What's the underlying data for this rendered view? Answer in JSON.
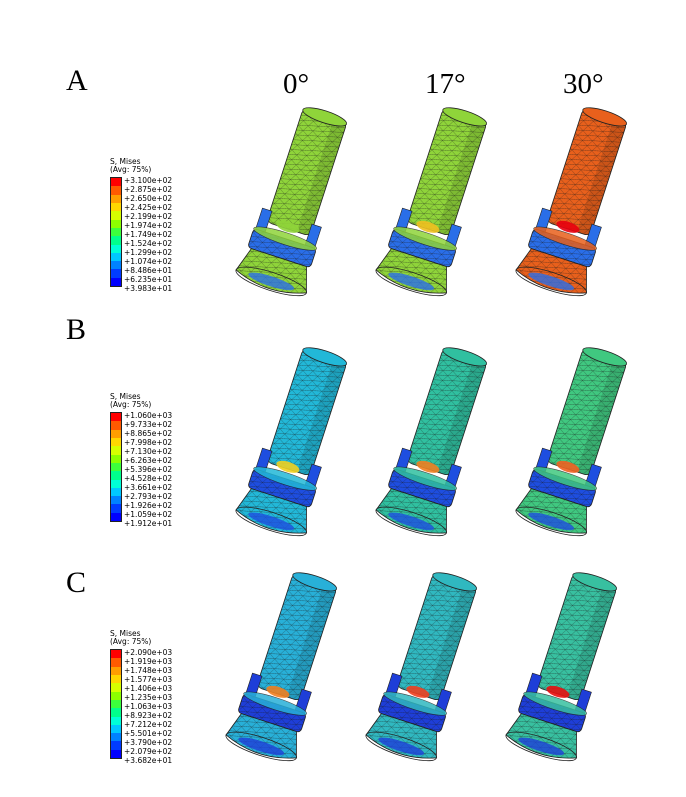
{
  "column_labels": [
    "0°",
    "17°",
    "30°"
  ],
  "rows": [
    {
      "label": "A",
      "legend": {
        "title_line1": "S, Mises",
        "title_line2": "(Avg: 75%)",
        "values": [
          "+3.100e+02",
          "+2.875e+02",
          "+2.650e+02",
          "+2.425e+02",
          "+2.199e+02",
          "+1.974e+02",
          "+1.749e+02",
          "+1.524e+02",
          "+1.299e+02",
          "+1.074e+02",
          "+8.486e+01",
          "+6.235e+01",
          "+3.983e+01"
        ]
      },
      "panels": [
        {
          "body_color": "#8fd43a",
          "accent_color": "#2a6ee8",
          "hotspot_color": "#8fd43a"
        },
        {
          "body_color": "#8fd43a",
          "accent_color": "#2a6ee8",
          "hotspot_color": "#f0c020"
        },
        {
          "body_color": "#e8601c",
          "accent_color": "#2a6ee8",
          "hotspot_color": "#e80010"
        }
      ]
    },
    {
      "label": "B",
      "legend": {
        "title_line1": "S, Mises",
        "title_line2": "(Avg: 75%)",
        "values": [
          "+1.060e+03",
          "+9.733e+02",
          "+8.865e+02",
          "+7.998e+02",
          "+7.130e+02",
          "+6.263e+02",
          "+5.396e+02",
          "+4.528e+02",
          "+3.661e+02",
          "+2.793e+02",
          "+1.926e+02",
          "+1.059e+02",
          "+1.912e+01"
        ]
      },
      "panels": [
        {
          "body_color": "#22b8d8",
          "accent_color": "#1e4ee0",
          "hotspot_color": "#f0d020"
        },
        {
          "body_color": "#30c0a0",
          "accent_color": "#1e4ee0",
          "hotspot_color": "#f08020"
        },
        {
          "body_color": "#40c880",
          "accent_color": "#1e4ee0",
          "hotspot_color": "#f06020"
        }
      ]
    },
    {
      "label": "C",
      "legend": {
        "title_line1": "S, Mises",
        "title_line2": "(Avg: 75%)",
        "values": [
          "+2.090e+03",
          "+1.919e+03",
          "+1.748e+03",
          "+1.577e+03",
          "+1.406e+03",
          "+1.235e+03",
          "+1.063e+03",
          "+8.923e+02",
          "+7.212e+02",
          "+5.501e+02",
          "+3.790e+02",
          "+2.079e+02",
          "+3.682e+01"
        ]
      },
      "panels": [
        {
          "body_color": "#28b0d8",
          "accent_color": "#1e3ed8",
          "hotspot_color": "#f08020"
        },
        {
          "body_color": "#30b8c0",
          "accent_color": "#1e3ed8",
          "hotspot_color": "#f04020"
        },
        {
          "body_color": "#38c0a0",
          "accent_color": "#1e3ed8",
          "hotspot_color": "#e81010"
        }
      ]
    }
  ],
  "colorscale": [
    "#ff0000",
    "#ff5a00",
    "#ff9e00",
    "#ffd700",
    "#d7ff00",
    "#8cff00",
    "#3cff3c",
    "#00ff8c",
    "#00ffd7",
    "#00c8ff",
    "#0082ff",
    "#003cff",
    "#0000ff"
  ]
}
